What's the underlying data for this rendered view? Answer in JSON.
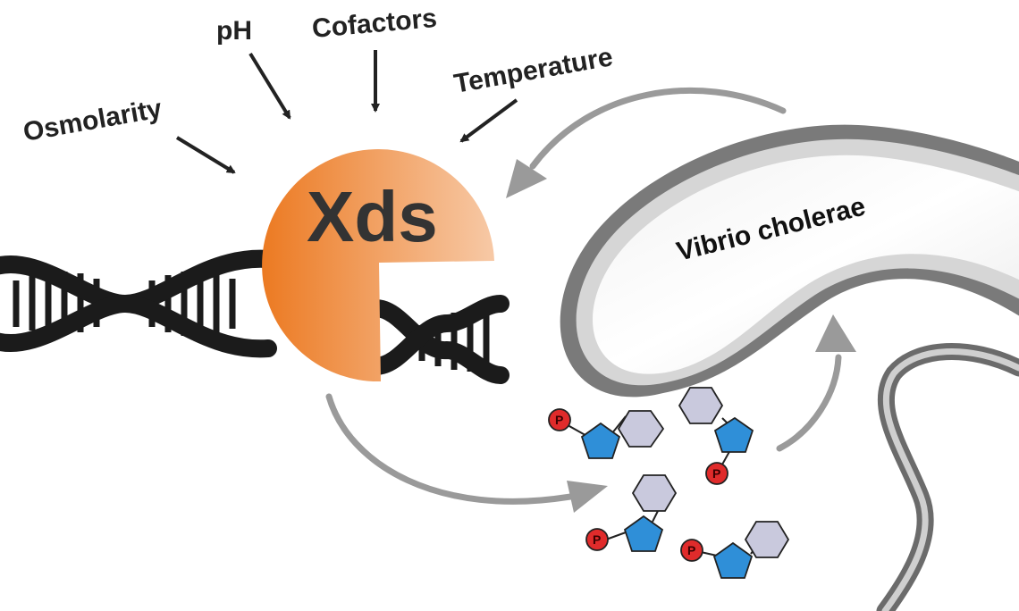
{
  "factors": {
    "osmolarity": "Osmolarity",
    "ph": "pH",
    "cofactors": "Cofactors",
    "temperature": "Temperature"
  },
  "enzyme": {
    "label": "Xds"
  },
  "cell": {
    "label": "Vibrio cholerae"
  },
  "nucleotides": [
    {
      "phosphate_label": "P"
    },
    {
      "phosphate_label": "P"
    },
    {
      "phosphate_label": "P"
    },
    {
      "phosphate_label": "P"
    }
  ],
  "colors": {
    "enzyme_light": "#f7c9a6",
    "enzyme_dark": "#ec7a22",
    "dna": "#1b1b1b",
    "arrow_gray": "#9a9a9a",
    "phosphate": "#e02b2b",
    "sugar": "#2f8fd8",
    "base": "#c9c9dd"
  }
}
